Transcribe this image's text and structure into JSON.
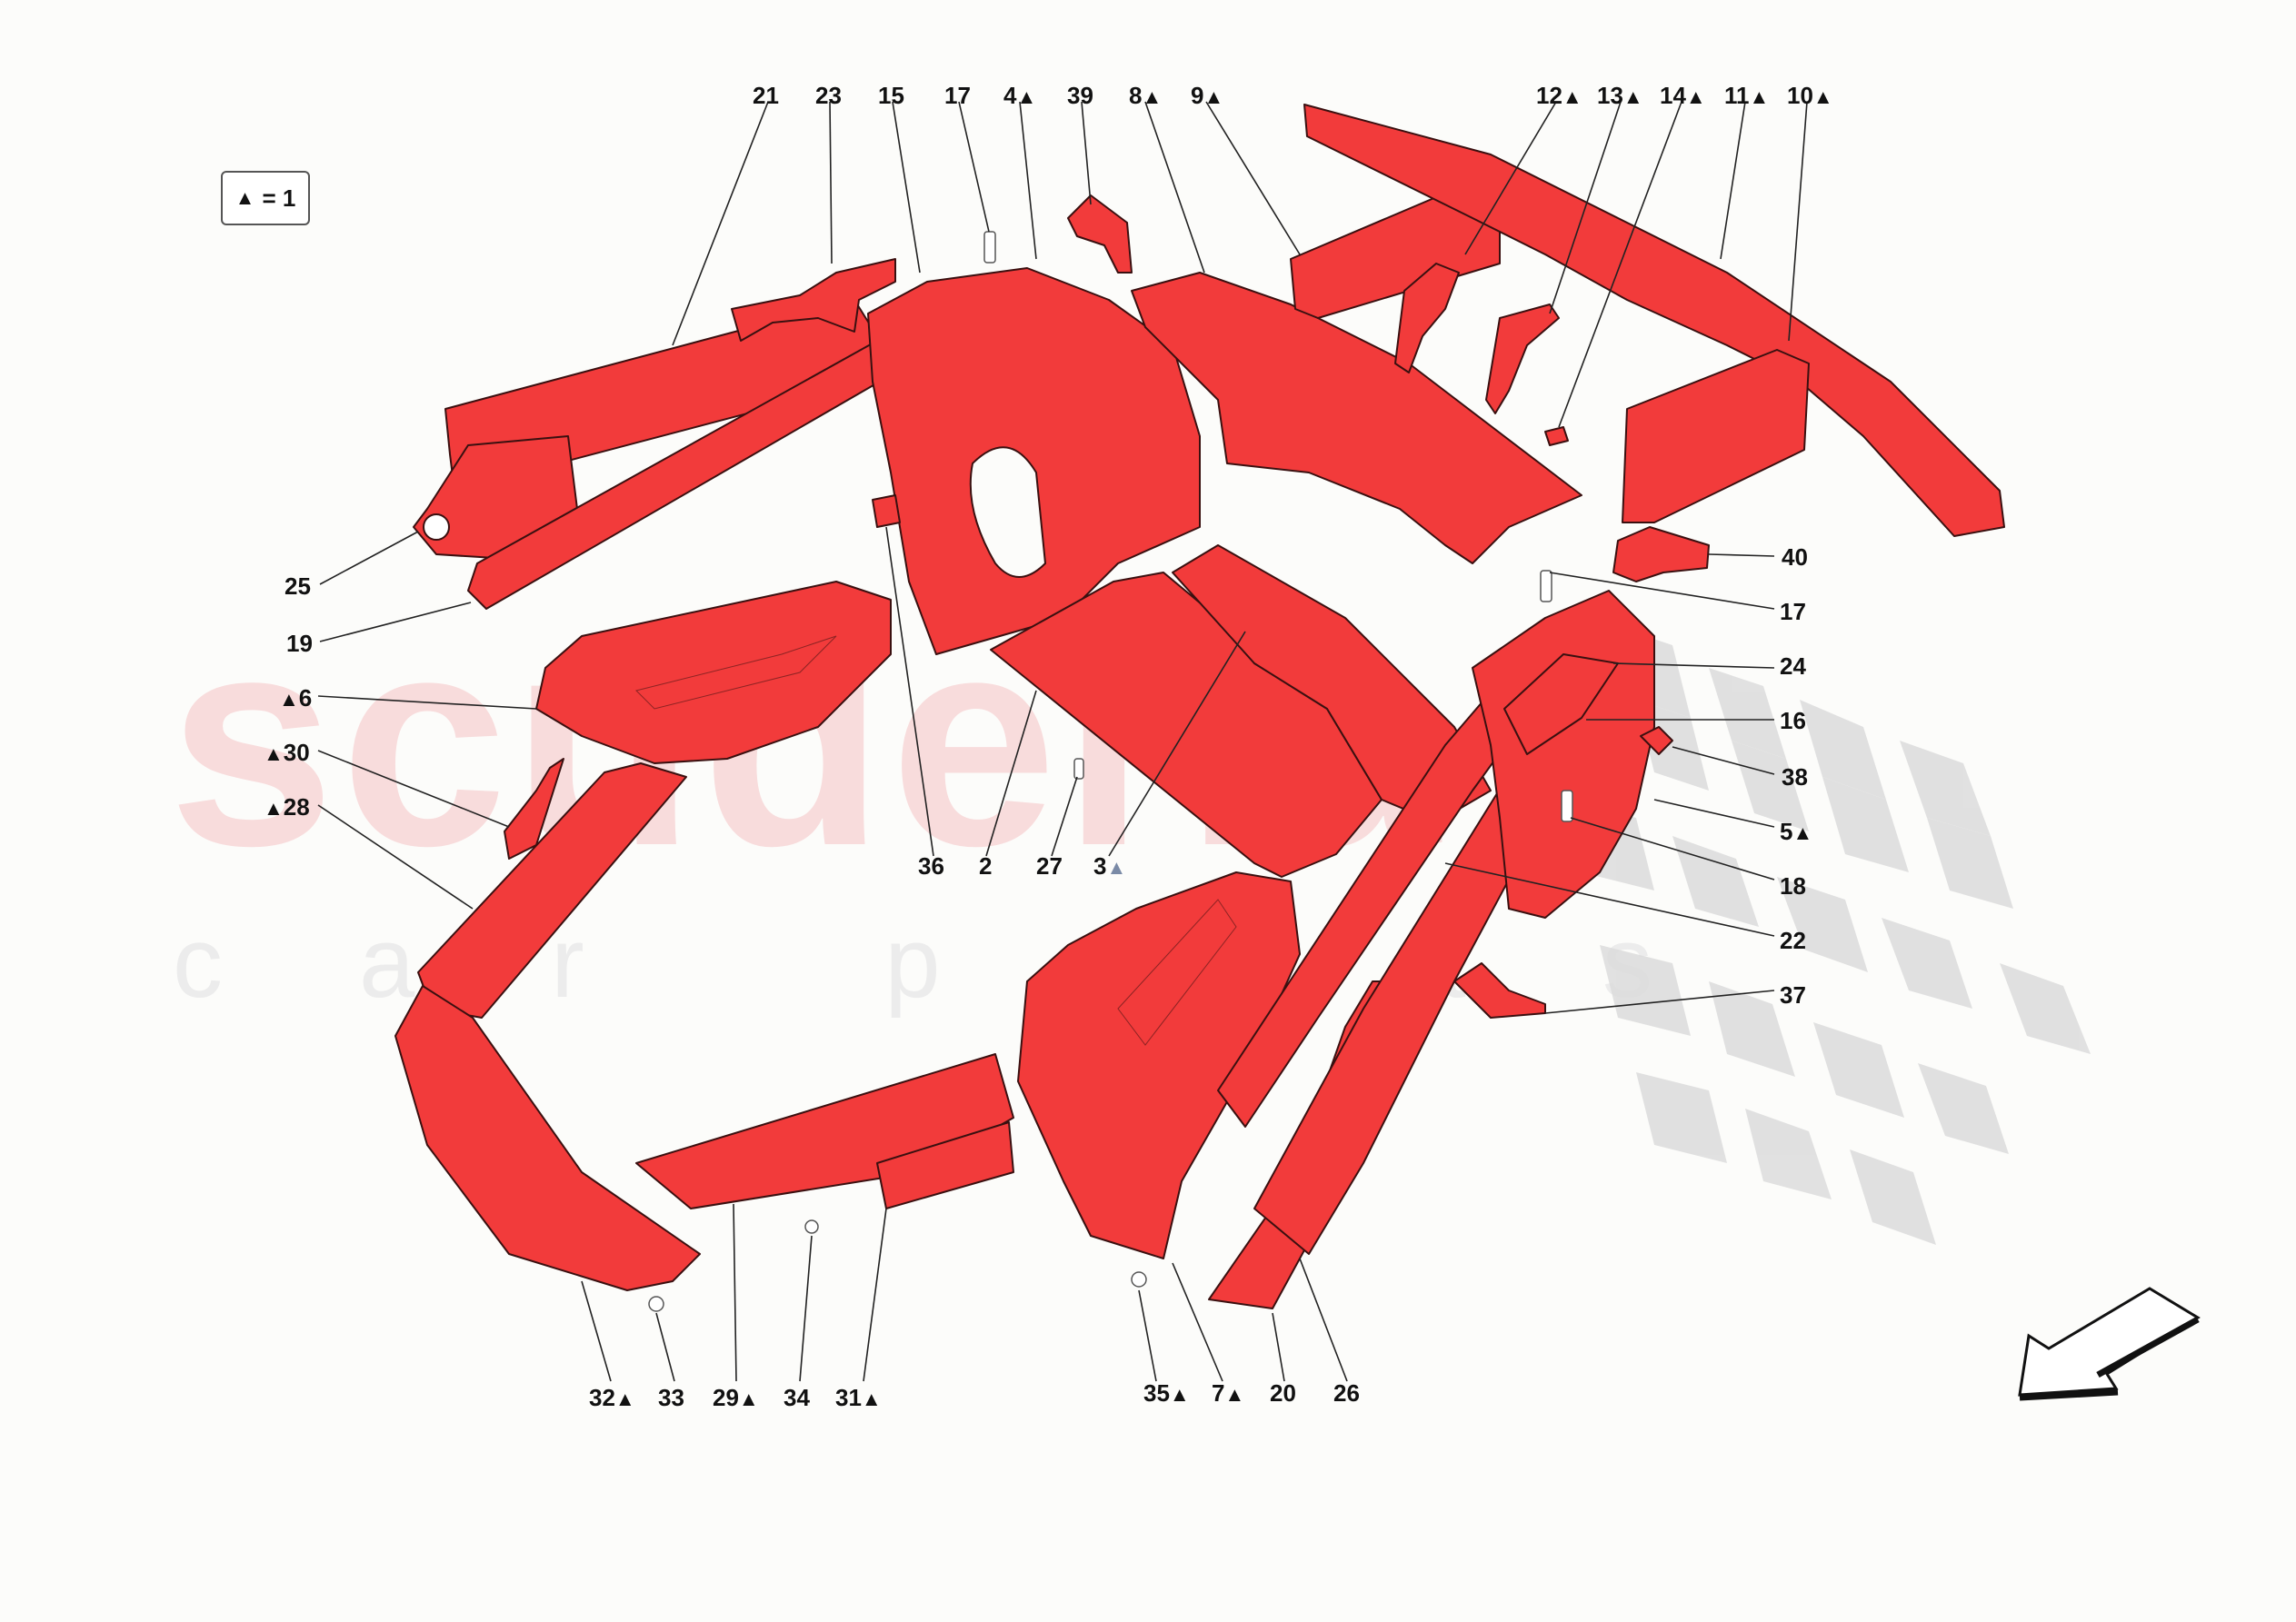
{
  "diagram": {
    "type": "exploded-parts-diagram",
    "subject": "chassis frame structural components",
    "part_color": "#f23b3b",
    "outline_color": "#3a1010",
    "legend": {
      "symbol": "▲",
      "text": "= 1"
    },
    "watermark": {
      "main": "scuderia",
      "sub": "car parts"
    },
    "direction_arrow": "front-direction-arrow pointing down-left",
    "labels": {
      "top": [
        {
          "num": "21",
          "tri": false
        },
        {
          "num": "23",
          "tri": false
        },
        {
          "num": "15",
          "tri": false
        },
        {
          "num": "17",
          "tri": false
        },
        {
          "num": "4",
          "tri": true
        },
        {
          "num": "39",
          "tri": false
        },
        {
          "num": "8",
          "tri": true
        },
        {
          "num": "9",
          "tri": true
        },
        {
          "num": "12",
          "tri": true
        },
        {
          "num": "13",
          "tri": true
        },
        {
          "num": "14",
          "tri": true
        },
        {
          "num": "11",
          "tri": true
        },
        {
          "num": "10",
          "tri": true
        }
      ],
      "left": [
        {
          "num": "25",
          "tri": false
        },
        {
          "num": "19",
          "tri": false
        },
        {
          "num": "6",
          "tri": true
        },
        {
          "num": "30",
          "tri": true
        },
        {
          "num": "28",
          "tri": true
        }
      ],
      "middle": [
        {
          "num": "36",
          "tri": false
        },
        {
          "num": "2",
          "tri": false
        },
        {
          "num": "27",
          "tri": false
        },
        {
          "num": "3",
          "tri": true,
          "tri_color": "grey"
        }
      ],
      "right": [
        {
          "num": "40",
          "tri": false
        },
        {
          "num": "17",
          "tri": false
        },
        {
          "num": "24",
          "tri": false
        },
        {
          "num": "16",
          "tri": false
        },
        {
          "num": "38",
          "tri": false
        },
        {
          "num": "5",
          "tri": true
        },
        {
          "num": "18",
          "tri": false
        },
        {
          "num": "22",
          "tri": false
        },
        {
          "num": "37",
          "tri": false
        }
      ],
      "bottom": [
        {
          "num": "32",
          "tri": true
        },
        {
          "num": "33",
          "tri": false
        },
        {
          "num": "29",
          "tri": true
        },
        {
          "num": "34",
          "tri": false
        },
        {
          "num": "31",
          "tri": true
        },
        {
          "num": "35",
          "tri": true
        },
        {
          "num": "7",
          "tri": true
        },
        {
          "num": "20",
          "tri": false
        },
        {
          "num": "26",
          "tri": false
        }
      ]
    }
  }
}
